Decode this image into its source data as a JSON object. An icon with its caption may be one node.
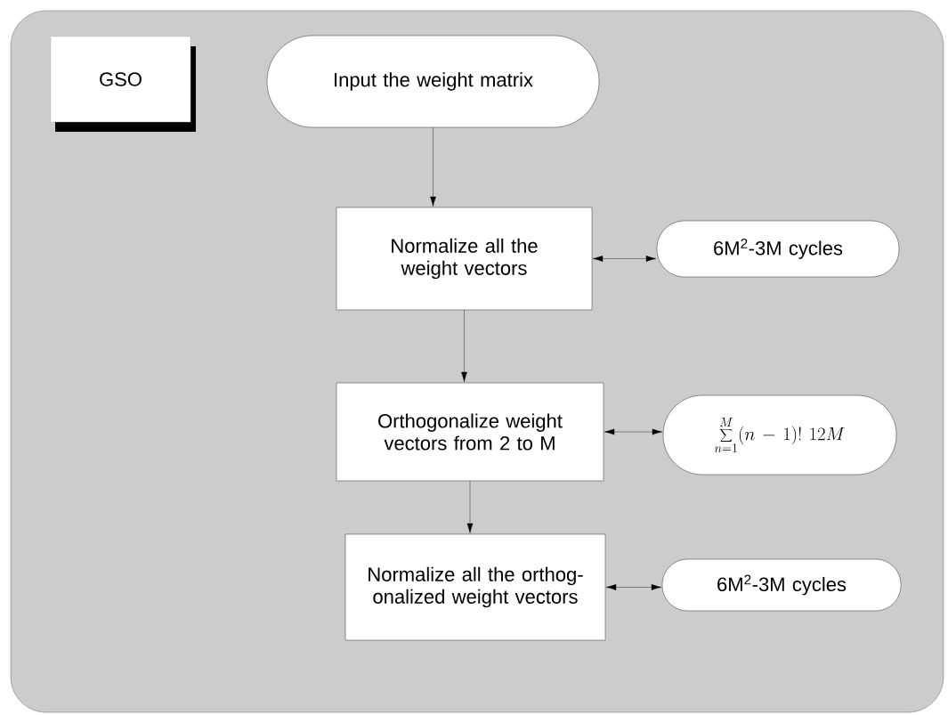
{
  "diagram": {
    "nodes": [
      {
        "text": [],
        "shape": "box"
      },
      {
        "text": [
          "GSO"
        ],
        "in": 0
      },
      {
        "text": [
          "Input the weight matrix"
        ],
        "in": 0
      },
      {
        "text": [
          "Normalize all the weight vectors"
        ],
        "in": 0
      },
      {
        "text": [
          "6M$^{2}$-3M cycles"
        ],
        "in": 0
      },
      {
        "text": [
          "Orthogonalize weight vectors from 2 to M"
        ],
        "in": 0
      },
      {
        "text": [
          "\\sum_{n=1}^{M}(n-1)!\\ 12M"
        ],
        "in": 0
      },
      {
        "text": [
          "Normalize all the orthog-onalized weight vectors"
        ],
        "in": 0
      },
      {
        "text": [
          "6M$^{2}$-3M cycles"
        ],
        "in": 0
      }
    ],
    "edges": [
      {
        "from": 2,
        "to": 3,
        "arrow": "to"
      },
      {
        "from": 3,
        "to": 4,
        "arrow": "both"
      },
      {
        "from": 3,
        "to": 5,
        "arrow": "to"
      },
      {
        "from": 5,
        "to": 6,
        "arrow": "both"
      },
      {
        "from": 5,
        "to": 7,
        "arrow": "to"
      },
      {
        "from": 7,
        "to": 8,
        "arrow": "both"
      }
    ]
  }
}
